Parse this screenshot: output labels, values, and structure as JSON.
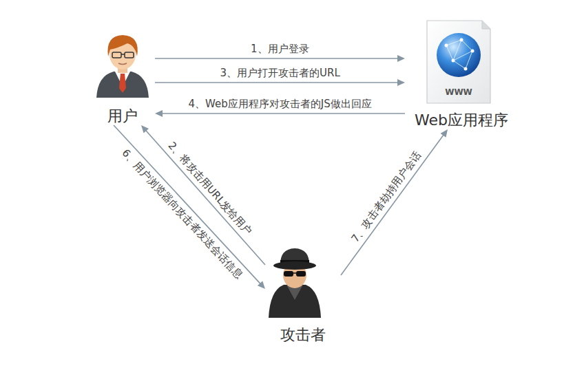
{
  "diagram": {
    "nodes": [
      {
        "text": [
          "用户"
        ]
      },
      {
        "text": [
          "Web应用程序"
        ]
      },
      {
        "text": [
          "攻击者"
        ]
      }
    ],
    "edges": [
      {
        "from": 0,
        "to": 1,
        "label": "1、用户登录",
        "arrow": "to"
      },
      {
        "from": 2,
        "to": 0,
        "label": "2、将攻击用URL发给用户",
        "arrow": "to"
      },
      {
        "from": 0,
        "to": 1,
        "label": "3、用户打开攻击者的URL",
        "arrow": "to"
      },
      {
        "from": 1,
        "to": 0,
        "label": "4、Web应用程序对攻击者的JS做出回应",
        "arrow": "to"
      },
      {
        "from": 0,
        "to": 2,
        "label": "6、用户浏览器向攻击者发送会话信息",
        "arrow": "to"
      },
      {
        "from": 2,
        "to": 1,
        "label": "7、攻击者劫持用户会话",
        "arrow": "to"
      }
    ],
    "labels": [
      "WWW"
    ]
  }
}
